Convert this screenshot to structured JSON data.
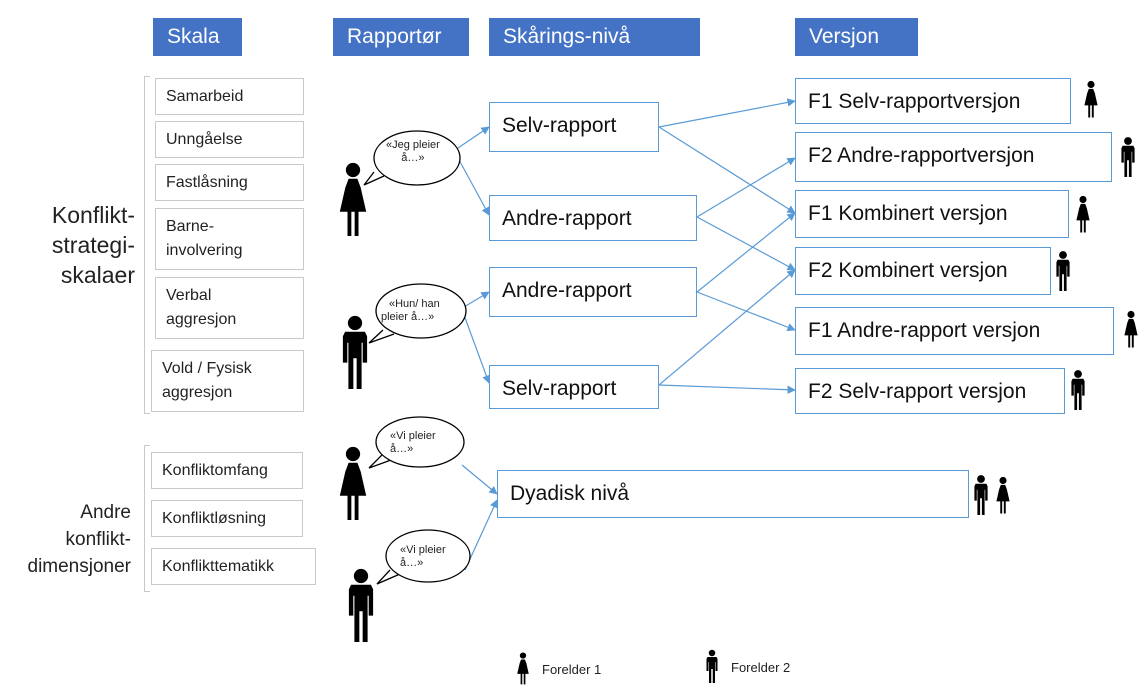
{
  "headers": {
    "skala": "Skala",
    "rapportor": "Rapportør",
    "niva": "Skårings-nivå",
    "versjon": "Versjon"
  },
  "groups": {
    "konflikt": [
      "Konflikt-",
      "strategi-",
      "skalaer"
    ],
    "andre": [
      "Andre",
      "konflikt-",
      "dimensjoner"
    ]
  },
  "scales_top": [
    [
      "Samarbeid"
    ],
    [
      "Unngåelse"
    ],
    [
      "Fastlåsning"
    ],
    [
      "Barne-",
      "involvering"
    ],
    [
      "Verbal",
      "aggresjon"
    ],
    [
      "Vold / Fysisk",
      "aggresjon"
    ]
  ],
  "scales_bottom": [
    [
      "Konfliktomfang"
    ],
    [
      "Konfliktløsning"
    ],
    [
      "Konflikttematikk"
    ]
  ],
  "bubbles": [
    [
      "«Jeg pleier",
      "å…»"
    ],
    [
      "«Hun/ han",
      "pleier å…»"
    ],
    [
      "«Vi pleier",
      "å…»"
    ],
    [
      "«Vi pleier",
      "å…»"
    ]
  ],
  "levels": {
    "selv1": "Selv-rapport",
    "andre1": "Andre-rapport",
    "andre2": "Andre-rapport",
    "selv2": "Selv-rapport",
    "dyadisk": "Dyadisk nivå"
  },
  "versions": {
    "v1": "F1 Selv-rapportversjon",
    "v2": "F2 Andre-rapportversjon",
    "v3": "F1 Kombinert versjon",
    "v4": "F2 Kombinert versjon",
    "v5": "F1 Andre-rapport versjon",
    "v6": "F2 Selv-rapport versjon"
  },
  "legend": {
    "forelder1": "Forelder 1",
    "forelder2": "Forelder 2"
  },
  "colors": {
    "header_bg": "#4472c4",
    "arrow": "#5b9bd5",
    "figure": "#000000"
  }
}
